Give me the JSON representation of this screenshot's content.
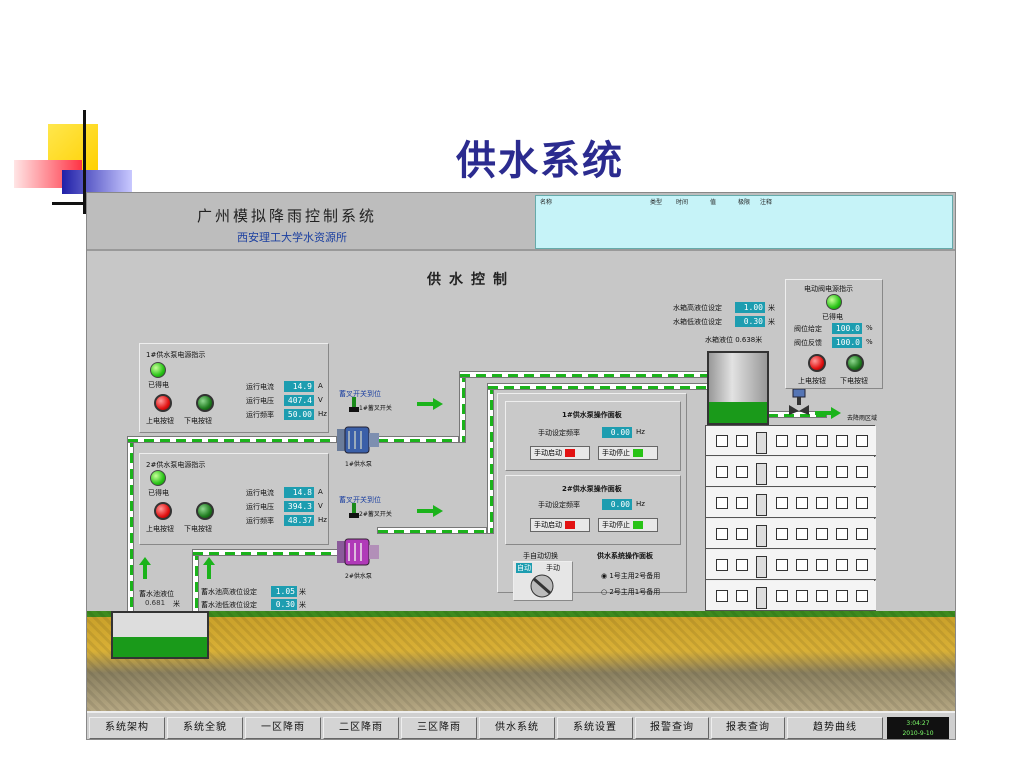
{
  "slide": {
    "title": "供水系统"
  },
  "header": {
    "company": "广州模拟降雨控制系统",
    "institute": "西安理工大学水资源所",
    "alarm_cols": [
      "名称",
      "类型",
      "时间",
      "值",
      "极限",
      "注释"
    ]
  },
  "main_title": "供水控制",
  "pump1": {
    "panel_title": "1#供水泵电源指示",
    "status": "已得电",
    "on_btn": "上电按钮",
    "off_btn": "下电按钮",
    "current_label": "运行电流",
    "current_value": "14.9",
    "current_unit": "A",
    "voltage_label": "运行电压",
    "voltage_value": "407.4",
    "voltage_unit": "V",
    "freq_label": "运行频率",
    "freq_value": "50.00",
    "freq_unit": "Hz",
    "valve_label": "蓄叉开关到位",
    "valve_small": "1#蓄叉开关",
    "pump_label": "1#供水泵"
  },
  "pump2": {
    "panel_title": "2#供水泵电源指示",
    "status": "已得电",
    "on_btn": "上电按钮",
    "off_btn": "下电按钮",
    "current_label": "运行电流",
    "current_value": "14.8",
    "current_unit": "A",
    "voltage_label": "运行电压",
    "voltage_value": "394.3",
    "voltage_unit": "V",
    "freq_label": "运行频率",
    "freq_value": "48.37",
    "freq_unit": "Hz",
    "valve_label": "蓄叉开关到位",
    "valve_small": "2#蓄叉开关",
    "pump_label": "2#供水泵"
  },
  "panel1": {
    "title": "1#供水泵操作面板",
    "freq_label": "手动设定频率",
    "freq_value": "0.00",
    "freq_unit": "Hz",
    "start": "手动启动",
    "stop": "手动停止"
  },
  "panel2": {
    "title": "2#供水泵操作面板",
    "freq_label": "手动设定频率",
    "freq_value": "0.00",
    "freq_unit": "Hz",
    "start": "手动启动",
    "stop": "手动停止"
  },
  "switch": {
    "title": "手自动切换",
    "auto": "自动",
    "manual": "手动"
  },
  "supply_panel": {
    "title": "供水系统操作面板",
    "opt1": "1号主用2号备用",
    "opt2": "2号主用1号备用",
    "selected": 1
  },
  "pool": {
    "label": "蓄水池液位",
    "value": "0.681",
    "unit": "米",
    "high_label": "蓄水池高液位设定",
    "high_value": "1.05",
    "high_unit": "米",
    "low_label": "蓄水池低液位设定",
    "low_value": "0.30",
    "low_unit": "米",
    "fill": 0.45
  },
  "tank": {
    "high_label": "水箱高液位设定",
    "high_value": "1.00",
    "high_unit": "米",
    "low_label": "水箱低液位设定",
    "low_value": "0.30",
    "low_unit": "米",
    "level_text": "水箱液位 0.638米",
    "fill": 0.3
  },
  "valve_power": {
    "title": "电动阀电源指示",
    "status": "已得电",
    "set_label": "阀位给定",
    "set_value": "100.0",
    "set_unit": "%",
    "fb_label": "阀位反馈",
    "fb_value": "100.0",
    "fb_unit": "%",
    "on_btn": "上电按钮",
    "off_btn": "下电按钮"
  },
  "outflow_label": "去降雨区域",
  "nav": [
    "系统架构",
    "系统全貌",
    "一区降雨",
    "二区降雨",
    "三区降雨",
    "供水系统",
    "系统设置",
    "报警查询",
    "报表查询",
    "趋势曲线"
  ],
  "clock": {
    "time": "3:04:27",
    "date": "2010-9-10"
  },
  "colors": {
    "teal": "#1d9db0",
    "pipe_green": "#1bb31b",
    "title_blue": "#2b2b8f",
    "alarm_bg": "#c6f3f8"
  }
}
